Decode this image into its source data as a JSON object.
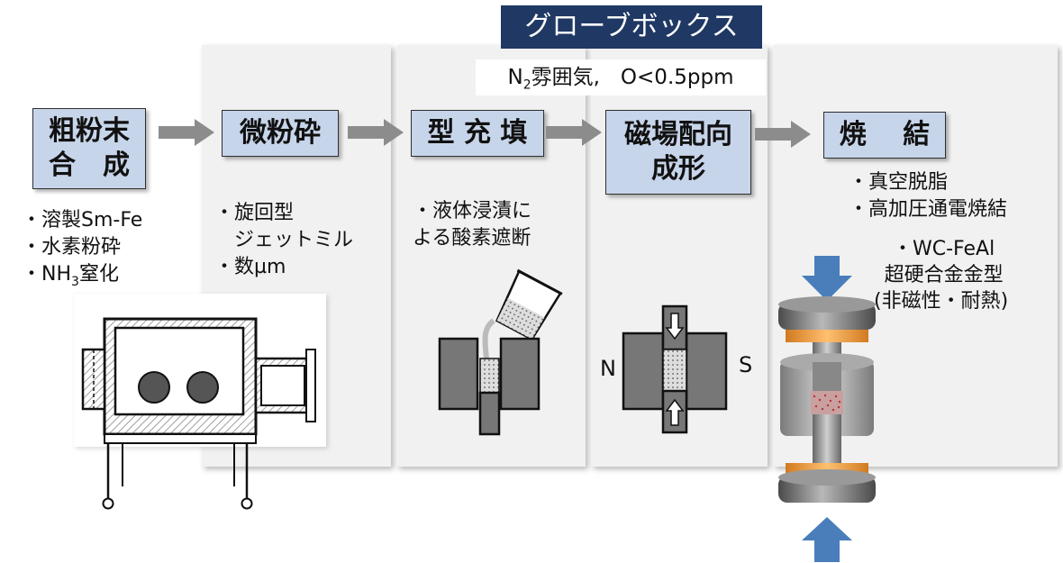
{
  "banner": "グローブボックス",
  "atmosphere": {
    "n": "N",
    "sub": "2",
    "rest": "雰囲気,　O<0.5ppm"
  },
  "steps": {
    "s1": {
      "l1": "粗粉末",
      "l2": "合　成"
    },
    "s2": {
      "l1": "微粉砕"
    },
    "s3": {
      "l1": "型 充 填"
    },
    "s4": {
      "l1": "磁場配向",
      "l2": "成形"
    },
    "s5": {
      "l1": "焼　 結"
    }
  },
  "notes": {
    "n1": {
      "a": "・溶製Sm-Fe",
      "b": "・水素粉砕",
      "c_pre": "・NH",
      "c_sub": "3",
      "c_post": "窒化"
    },
    "n2": {
      "a": "・旋回型",
      "b": "ジェットミル",
      "c": "・数µm"
    },
    "n3": {
      "a": "・液体浸漬に",
      "b": "よる酸素遮断"
    },
    "n5": {
      "a": "・真空脱脂",
      "b": "・高加圧通電焼結",
      "c": "・WC-FeAl",
      "d": "超硬合金金型",
      "e": "(非磁性・耐熱)"
    }
  },
  "poles": {
    "n": "N",
    "s": "S"
  },
  "colors": {
    "banner": "#1f3864",
    "step_fill": "#c7d5ea",
    "arrow": "#8c8c8c",
    "press_arrow": "#4a7ebb",
    "orange": "#f0a040"
  }
}
